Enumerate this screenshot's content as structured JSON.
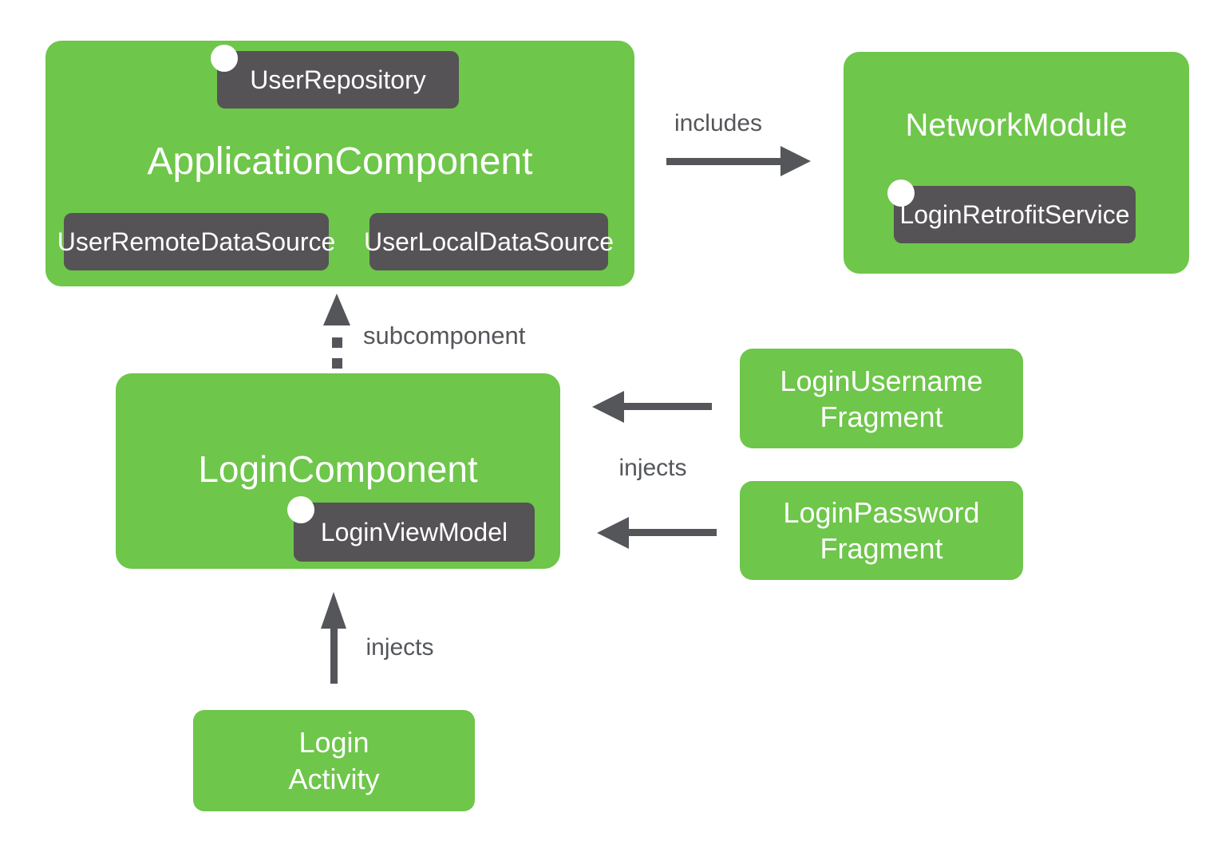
{
  "colors": {
    "box_green": "#6EC64A",
    "badge_dark": "#555355",
    "arrow_gray": "#54565A",
    "text_white": "#FFFFFF"
  },
  "nodes": {
    "application_component": {
      "title": "ApplicationComponent"
    },
    "user_repository": {
      "label": "UserRepository"
    },
    "user_remote_data_source": {
      "label": "UserRemoteDataSource"
    },
    "user_local_data_source": {
      "label": "UserLocalDataSource"
    },
    "network_module": {
      "title": "NetworkModule"
    },
    "login_retrofit_service": {
      "label": "LoginRetrofitService"
    },
    "login_component": {
      "title": "LoginComponent"
    },
    "login_view_model": {
      "label": "LoginViewModel"
    },
    "login_username_fragment": {
      "line1": "LoginUsername",
      "line2": "Fragment"
    },
    "login_password_fragment": {
      "line1": "LoginPassword",
      "line2": "Fragment"
    },
    "login_activity": {
      "line1": "Login",
      "line2": "Activity"
    }
  },
  "edges": {
    "includes": {
      "label": "includes"
    },
    "subcomponent": {
      "label": "subcomponent"
    },
    "injects_fragments": {
      "label": "injects"
    },
    "injects_activity": {
      "label": "injects"
    }
  }
}
